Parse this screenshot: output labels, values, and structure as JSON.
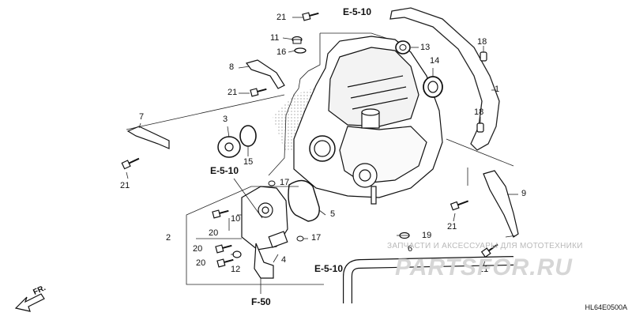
{
  "parts": {
    "p1": "1",
    "p2": "2",
    "p3": "3",
    "p4": "4",
    "p5": "5",
    "p6": "6",
    "p7": "7",
    "p8": "8",
    "p9": "9",
    "p10": "10",
    "p11": "11",
    "p12": "12",
    "p13": "13",
    "p14": "14",
    "p15": "15",
    "p16": "16",
    "p17a": "17",
    "p17b": "17",
    "p18a": "18",
    "p18b": "18",
    "p19": "19",
    "p20a": "20",
    "p20b": "20",
    "p20c": "20",
    "p21a": "21",
    "p21b": "21",
    "p21c": "21",
    "p21d": "21",
    "p21e": "21"
  },
  "refs": {
    "e510_top": "E-5-10",
    "e510_left": "E-5-10",
    "e510_bottom": "E-5-10",
    "f50": "F-50"
  },
  "direction": "FR.",
  "diagram_code": "HL64E0500A",
  "watermark": {
    "line1": "ЗАПЧАСТИ И АКСЕССУАРЫ ДЛЯ МОТОТЕХНИКИ",
    "line2": "PARTSFOR.RU"
  }
}
